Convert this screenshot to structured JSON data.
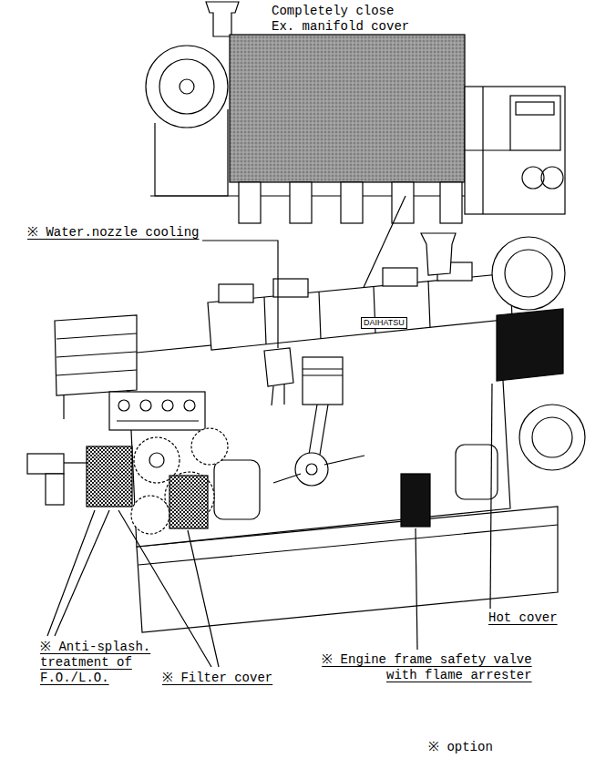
{
  "diagram": {
    "labels": [
      "Completely close Ex. manifold cover",
      "※ Water.nozzle cooling",
      "DAIHATSU",
      "※ Anti-splash. treatment of F.O./L.O.",
      "※ Filter cover",
      "Hot cover",
      "※ Engine frame safety valve with flame arrester",
      "※ option"
    ]
  }
}
